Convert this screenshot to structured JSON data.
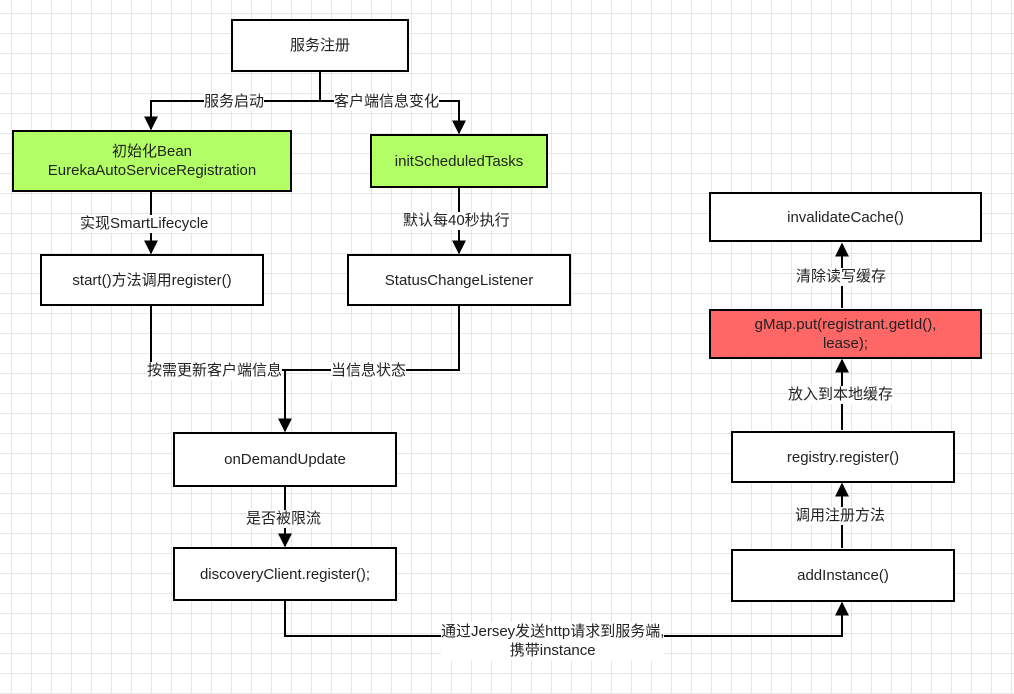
{
  "nodes": {
    "service_register": "服务注册",
    "init_bean": "初始化Bean\nEurekaAutoServiceRegistration",
    "init_scheduled_tasks": "initScheduledTasks",
    "start_register": "start()方法调用register()",
    "status_change_listener": "StatusChangeListener",
    "on_demand_update": "onDemandUpdate",
    "discovery_client_register": "discoveryClient.register();",
    "invalidate_cache": "invalidateCache()",
    "gmap_put": "gMap.put(registrant.getId(),\nlease);",
    "registry_register": "registry.register()",
    "add_instance": "addInstance()"
  },
  "edges": {
    "service_start": "服务启动",
    "client_info_change": "客户端信息变化",
    "implements_smart_lifecycle": "实现SmartLifecycle",
    "default_every_40s": "默认每40秒执行",
    "update_client_info_on_demand": "按需更新客户端信息",
    "when_info_status": "当信息状态",
    "rate_limited": "是否被限流",
    "jersey_http_request": "通过Jersey发送http请求到服务端,\n携带instance",
    "invoke_register_method": "调用注册方法",
    "put_local_cache": "放入到本地缓存",
    "clear_rw_cache": "清除读写缓存"
  },
  "colors": {
    "green_node": "#b3ff66",
    "red_node": "#ff6666",
    "line": "#000000"
  }
}
